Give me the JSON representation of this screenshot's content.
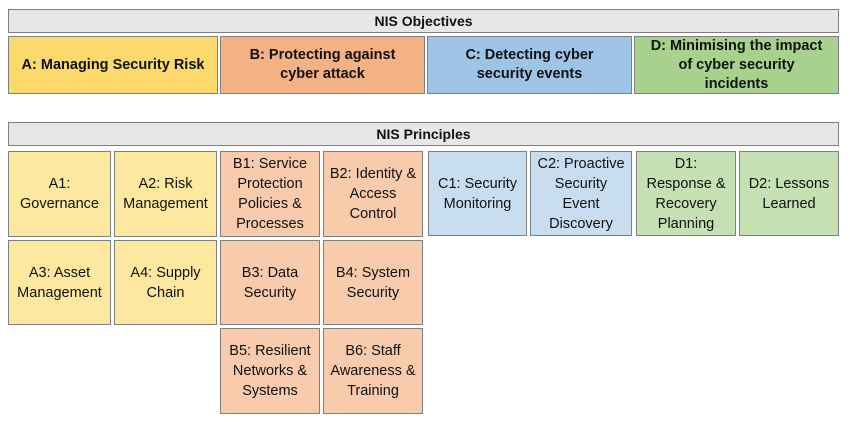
{
  "objectives": {
    "header": "NIS Objectives",
    "items": [
      {
        "id": "A",
        "label": "A: Managing Security Risk",
        "color": "#fbd96d"
      },
      {
        "id": "B",
        "label": "B: Protecting against cyber attack",
        "color": "#f4b183"
      },
      {
        "id": "C",
        "label": "C: Detecting cyber security events",
        "color": "#9dc3e6"
      },
      {
        "id": "D",
        "label": "D: Minimising the impact of cyber security incidents",
        "color": "#a9d18e"
      }
    ]
  },
  "principles": {
    "header": "NIS Principles",
    "items": {
      "a1": "A1: Governance",
      "a2": "A2: Risk Management",
      "a3": "A3: Asset Management",
      "a4": "A4: Supply Chain",
      "b1": "B1: Service Protection Policies & Processes",
      "b2": "B2: Identity & Access Control",
      "b3": "B3: Data Security",
      "b4": "B4: System Security",
      "b5": "B5: Resilient Networks & Systems",
      "b6": "B6: Staff Awareness & Training",
      "c1": "C1: Security Monitoring",
      "c2": "C2: Proactive Security Event Discovery",
      "d1": "D1: Response & Recovery Planning",
      "d2": "D2: Lessons Learned"
    }
  }
}
